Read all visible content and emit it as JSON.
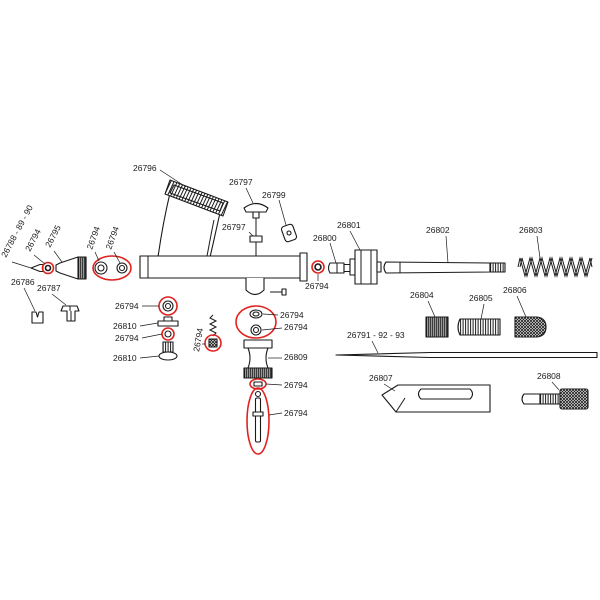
{
  "diagram": {
    "callouts": [
      "26796",
      "26797",
      "26799",
      "26797",
      "26801",
      "26800",
      "26802",
      "26803",
      "26788 - 89 - 90",
      "26794",
      "26795",
      "26794",
      "26794",
      "26786",
      "26787",
      "26794",
      "26804",
      "26805",
      "26806",
      "26794",
      "26794",
      "26794",
      "26810",
      "26794",
      "26794",
      "26791 - 92 - 93",
      "26809",
      "26810",
      "26807",
      "26808",
      "26794",
      "26794"
    ]
  },
  "colors": {
    "line": "#1a1a1a",
    "highlight": "#e0231f",
    "background": "#ffffff"
  }
}
